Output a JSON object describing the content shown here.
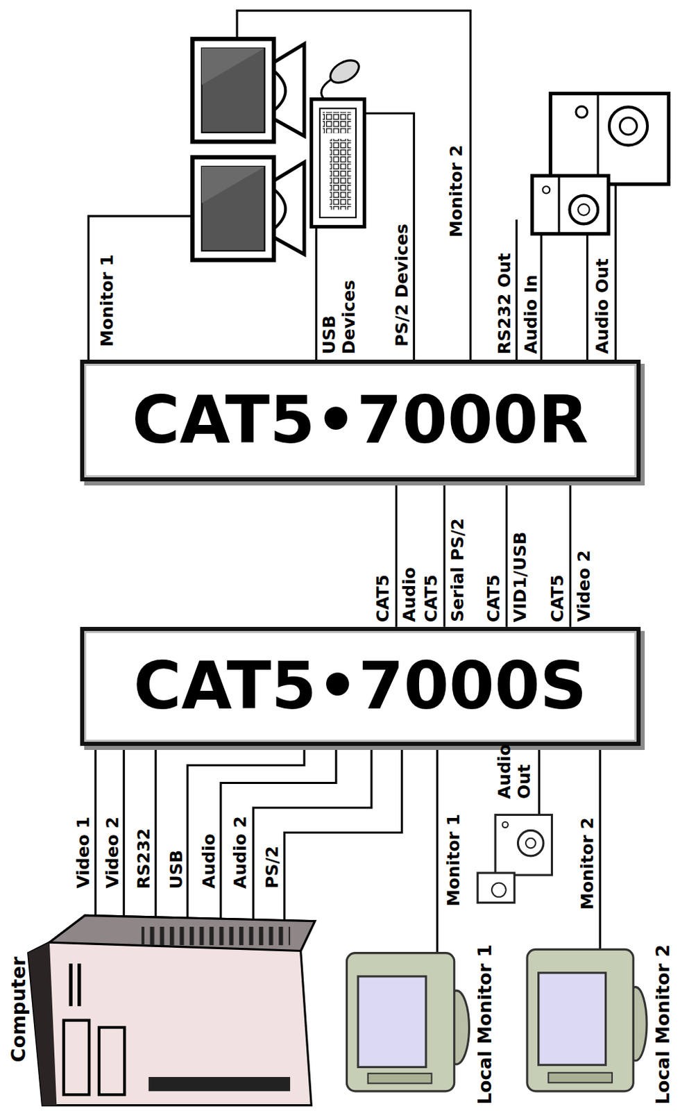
{
  "diagram": {
    "nodes": [
      {
        "text": [
          "CAT5•7000R"
        ]
      },
      {
        "text": [
          "CAT5•7000S"
        ]
      }
    ],
    "edges": [
      {
        "from": 0,
        "to": 1,
        "arrow": "none",
        "label": "Audio"
      },
      {
        "from": 0,
        "to": 1,
        "arrow": "none",
        "label": "Serial PS/2"
      },
      {
        "from": 0,
        "to": 1,
        "arrow": "none",
        "label": "VID1/USB"
      },
      {
        "from": 0,
        "to": 1,
        "arrow": "none",
        "label": "Video 2"
      }
    ],
    "labels": [
      "Monitor 1",
      "USB Devices",
      "PS/2 Devices",
      "Monitor 2",
      "RS232 Out",
      "Audio In",
      "Audio Out",
      "CAT5",
      "CAT5",
      "CAT5",
      "CAT5",
      "Video 1",
      "Video 2",
      "RS232",
      "USB",
      "Audio",
      "Audio 2",
      "PS/2",
      "Monitor 1",
      "Audio Out",
      "Monitor 2",
      "Computer",
      "Local Monitor 1",
      "Local Monitor 2"
    ]
  }
}
